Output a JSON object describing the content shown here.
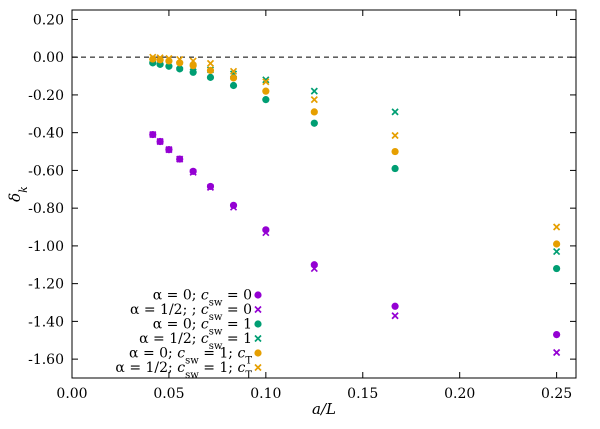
{
  "chart_data": {
    "type": "scatter",
    "xlabel": "a/L",
    "ylabel": "δ_k",
    "xlim": [
      0.0,
      0.26
    ],
    "ylim": [
      -1.7,
      0.25
    ],
    "xticks": [
      0.0,
      0.05,
      0.1,
      0.15,
      0.2,
      0.25
    ],
    "yticks": [
      0.2,
      0.0,
      -0.2,
      -0.4,
      -0.6,
      -0.8,
      -1.0,
      -1.2,
      -1.4,
      -1.6
    ],
    "xtick_labels": [
      "0.00",
      "0.05",
      "0.10",
      "0.15",
      "0.20",
      "0.25"
    ],
    "ytick_labels": [
      "0.20",
      "0.00",
      "-0.20",
      "-0.40",
      "-0.60",
      "-0.80",
      "-1.00",
      "-1.20",
      "-1.40",
      "-1.60"
    ],
    "reference_line_y": 0.0,
    "grid": false,
    "legend_position": "bottom-left",
    "series": [
      {
        "name": "α = 0; c_sw = 0",
        "legend_label": "α = 0; c_sw = 0",
        "marker": "circle",
        "color": "#9400d3",
        "x": [
          0.04167,
          0.04545,
          0.05,
          0.05556,
          0.0625,
          0.07143,
          0.08333,
          0.1,
          0.125,
          0.16667,
          0.25
        ],
        "y": [
          -0.41,
          -0.447,
          -0.49,
          -0.54,
          -0.605,
          -0.685,
          -0.785,
          -0.915,
          -1.1,
          -1.32,
          -1.47
        ]
      },
      {
        "name": "α = 1/2; ; c_sw = 0",
        "legend_label": "α = 1/2; ; c_sw = 0",
        "marker": "cross",
        "color": "#9400d3",
        "x": [
          0.04167,
          0.04545,
          0.05,
          0.05556,
          0.0625,
          0.07143,
          0.08333,
          0.1,
          0.125,
          0.16667,
          0.25
        ],
        "y": [
          -0.41,
          -0.447,
          -0.49,
          -0.54,
          -0.61,
          -0.69,
          -0.795,
          -0.93,
          -1.12,
          -1.37,
          -1.565
        ]
      },
      {
        "name": "α = 0; c_sw = 1",
        "legend_label": "α = 0; c_sw = 1",
        "marker": "circle",
        "color": "#009e73",
        "x": [
          0.04167,
          0.04545,
          0.05,
          0.05556,
          0.0625,
          0.07143,
          0.08333,
          0.1,
          0.125,
          0.16667,
          0.25
        ],
        "y": [
          -0.03,
          -0.038,
          -0.048,
          -0.062,
          -0.08,
          -0.107,
          -0.15,
          -0.225,
          -0.35,
          -0.59,
          -1.12
        ]
      },
      {
        "name": "α = 1/2; c_sw = 1",
        "legend_label": "α = 1/2; c_sw = 1",
        "marker": "cross",
        "color": "#009e73",
        "x": [
          0.04167,
          0.04545,
          0.05,
          0.05556,
          0.0625,
          0.07143,
          0.08333,
          0.1,
          0.125,
          0.16667,
          0.25
        ],
        "y": [
          -0.022,
          -0.027,
          -0.034,
          -0.042,
          -0.052,
          -0.067,
          -0.089,
          -0.12,
          -0.18,
          -0.29,
          -1.03
        ]
      },
      {
        "name": "α = 0; c_sw = 1; c_T",
        "legend_label": "α = 0; c_sw = 1; c_T",
        "marker": "circle",
        "color": "#e69f00",
        "x": [
          0.04167,
          0.04545,
          0.05,
          0.05556,
          0.0625,
          0.07143,
          0.08333,
          0.1,
          0.125,
          0.16667,
          0.25
        ],
        "y": [
          -0.01,
          -0.014,
          -0.02,
          -0.03,
          -0.045,
          -0.07,
          -0.11,
          -0.18,
          -0.29,
          -0.5,
          -0.99
        ]
      },
      {
        "name": "α = 1/2; c_sw = 1; c_T",
        "legend_label": "α = 1/2; c_sw = 1; c_T",
        "marker": "cross",
        "color": "#e69f00",
        "x": [
          0.04167,
          0.04545,
          0.05,
          0.05556,
          0.0625,
          0.07143,
          0.08333,
          0.1,
          0.125,
          0.16667,
          0.25
        ],
        "y": [
          0.0,
          -0.003,
          -0.007,
          -0.012,
          -0.02,
          -0.033,
          -0.075,
          -0.13,
          -0.225,
          -0.415,
          -0.9
        ]
      }
    ]
  }
}
